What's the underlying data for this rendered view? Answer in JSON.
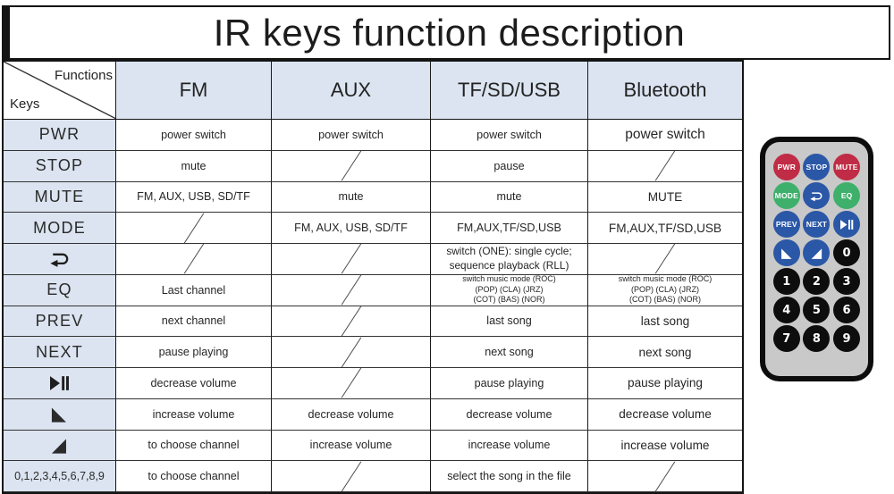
{
  "title": "IR keys function description",
  "corner": {
    "functions_label": "Functions",
    "keys_label": "Keys"
  },
  "columns": [
    "FM",
    "AUX",
    "TF/SD/USB",
    "Bluetooth"
  ],
  "rows": [
    {
      "key": {
        "label": "PWR"
      },
      "cells": [
        {
          "text": "power switch"
        },
        {
          "text": "power switch"
        },
        {
          "text": "power switch"
        },
        {
          "text": "power switch",
          "size": "lg"
        }
      ]
    },
    {
      "key": {
        "label": "STOP"
      },
      "cells": [
        {
          "text": "mute"
        },
        {
          "slash": true
        },
        {
          "text": "pause"
        },
        {
          "slash": true
        }
      ]
    },
    {
      "key": {
        "label": "MUTE"
      },
      "cells": [
        {
          "text": "FM, AUX, USB, SD/TF"
        },
        {
          "text": "mute"
        },
        {
          "text": "mute"
        },
        {
          "text": "MUTE"
        }
      ]
    },
    {
      "key": {
        "label": "MODE"
      },
      "cells": [
        {
          "slash": true
        },
        {
          "text": "FM, AUX, USB, SD/TF"
        },
        {
          "text": "FM,AUX,TF/SD,USB"
        },
        {
          "text": "FM,AUX,TF/SD,USB"
        }
      ]
    },
    {
      "key": {
        "icon": "loop-icon"
      },
      "cells": [
        {
          "slash": true
        },
        {
          "slash": true
        },
        {
          "lines": [
            "switch (ONE): single cycle;",
            "sequence playback (RLL)"
          ],
          "size": "md"
        },
        {
          "slash": true
        }
      ]
    },
    {
      "key": {
        "label": "EQ"
      },
      "cells": [
        {
          "text": "Last channel"
        },
        {
          "slash": true
        },
        {
          "lines": [
            "switch music mode (ROC)",
            "(POP) (CLA) (JRZ)",
            "(COT) (BAS) (NOR)"
          ],
          "size": "sm"
        },
        {
          "lines": [
            "switch music mode (ROC)",
            "(POP) (CLA) (JRZ)",
            "(COT) (BAS) (NOR)"
          ],
          "size": "sm"
        }
      ]
    },
    {
      "key": {
        "label": "PREV"
      },
      "cells": [
        {
          "text": "next channel"
        },
        {
          "slash": true
        },
        {
          "text": "last song"
        },
        {
          "text": "last song"
        }
      ]
    },
    {
      "key": {
        "label": "NEXT"
      },
      "cells": [
        {
          "text": "pause playing"
        },
        {
          "slash": true
        },
        {
          "text": "next song"
        },
        {
          "text": "next song"
        }
      ]
    },
    {
      "key": {
        "icon": "play-pause-icon"
      },
      "cells": [
        {
          "text": "decrease volume"
        },
        {
          "slash": true
        },
        {
          "text": "pause playing"
        },
        {
          "text": "pause playing"
        }
      ]
    },
    {
      "key": {
        "icon": "volume-down-icon"
      },
      "cells": [
        {
          "text": "increase volume"
        },
        {
          "text": "decrease volume"
        },
        {
          "text": "decrease volume"
        },
        {
          "text": "decrease volume"
        }
      ]
    },
    {
      "key": {
        "icon": "volume-up-icon"
      },
      "cells": [
        {
          "text": "to choose channel"
        },
        {
          "text": "increase volume"
        },
        {
          "text": "increase volume"
        },
        {
          "text": "increase volume"
        }
      ]
    },
    {
      "key": {
        "label": "0,1,2,3,4,5,6,7,8,9",
        "small": true
      },
      "cells": [
        {
          "text": "to choose channel"
        },
        {
          "slash": true
        },
        {
          "text": "select the song in the file"
        },
        {
          "slash": true
        }
      ]
    }
  ],
  "remote_buttons": [
    {
      "label": "PWR",
      "color": "red"
    },
    {
      "label": "STOP",
      "color": "blue"
    },
    {
      "label": "MUTE",
      "color": "red"
    },
    {
      "label": "MODE",
      "color": "green"
    },
    {
      "icon": "loop-icon",
      "color": "blue"
    },
    {
      "label": "EQ",
      "color": "green"
    },
    {
      "label": "PREV",
      "color": "blue"
    },
    {
      "label": "NEXT",
      "color": "blue"
    },
    {
      "icon": "play-pause-icon",
      "color": "blue"
    },
    {
      "icon": "volume-down-icon",
      "color": "blue"
    },
    {
      "icon": "volume-up-icon",
      "color": "blue"
    },
    {
      "label": "0",
      "color": "black"
    },
    {
      "label": "1",
      "color": "black"
    },
    {
      "label": "2",
      "color": "black"
    },
    {
      "label": "3",
      "color": "black"
    },
    {
      "label": "4",
      "color": "black"
    },
    {
      "label": "5",
      "color": "black"
    },
    {
      "label": "6",
      "color": "black"
    },
    {
      "label": "7",
      "color": "black"
    },
    {
      "label": "8",
      "color": "black"
    },
    {
      "label": "9",
      "color": "black"
    }
  ],
  "colors": {
    "red": "#c02c45",
    "blue": "#2b57a7",
    "green": "#3eb06b",
    "black": "#0d0d0d",
    "remote_body": "#c9c9c9",
    "header_cell_blue": "#dbe4f0",
    "border": "#141414"
  }
}
